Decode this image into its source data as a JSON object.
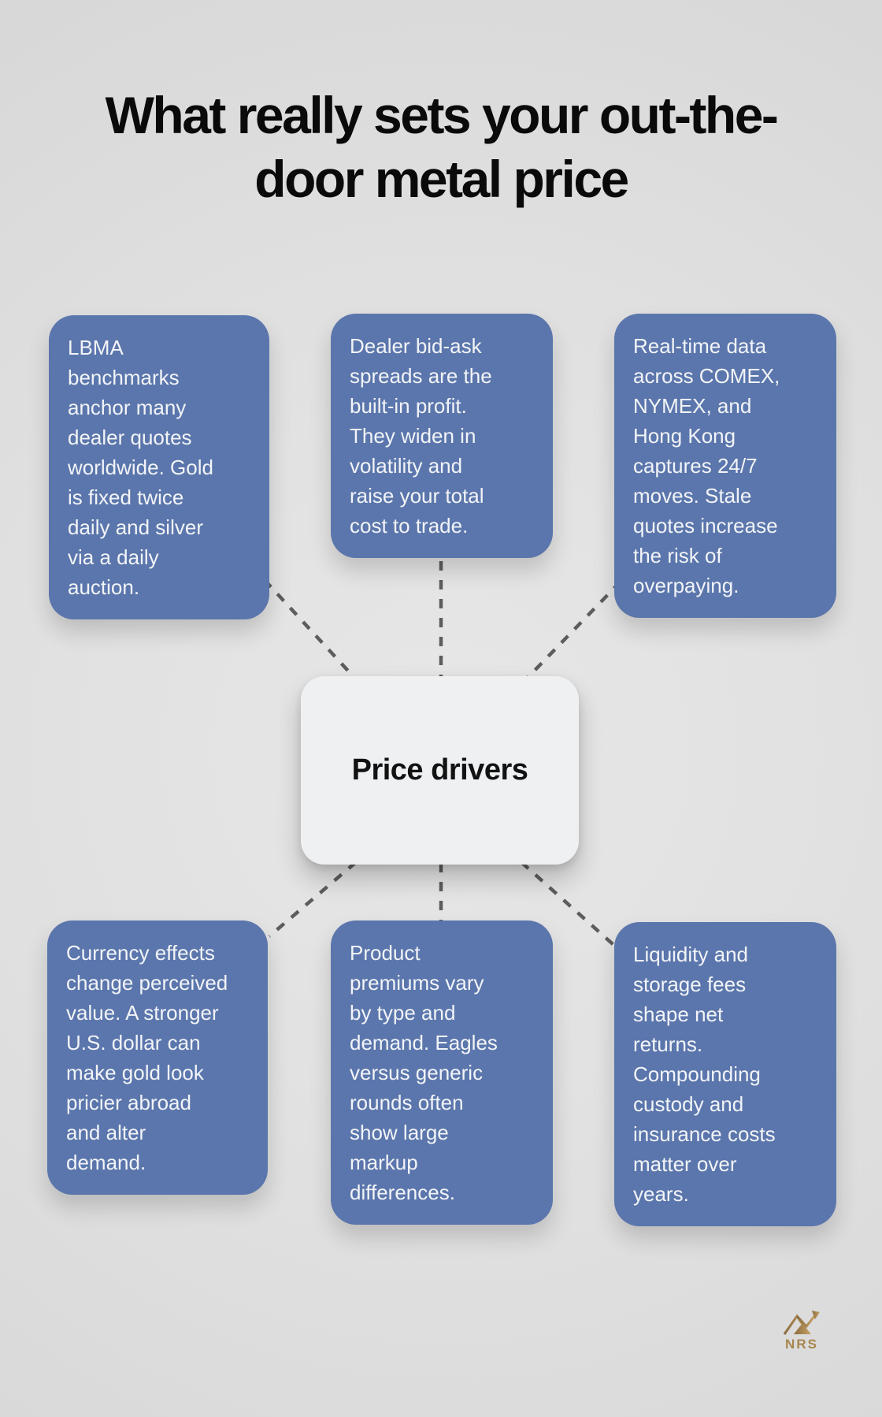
{
  "header": {
    "title_line1": "What really sets your out-the-",
    "title_line2": "door metal price"
  },
  "diagram": {
    "center_label": "Price drivers",
    "factors": [
      {
        "name": "lbma-benchmarks",
        "position": "top-left",
        "text": "LBMA\nbenchmarks\nanchor many\ndealer quotes\nworldwide. Gold\nis fixed twice\ndaily and silver\nvia a daily\nauction."
      },
      {
        "name": "dealer-spreads",
        "position": "top-center",
        "text": "Dealer bid-ask\nspreads are the\nbuilt-in profit.\nThey widen in\nvolatility and\nraise your total\ncost to trade."
      },
      {
        "name": "real-time-data",
        "position": "top-right",
        "text": "Real-time data\nacross COMEX,\nNYMEX, and\nHong Kong\ncaptures 24/7\nmoves. Stale\nquotes increase\nthe risk of\noverpaying."
      },
      {
        "name": "currency-effects",
        "position": "bottom-left",
        "text": "Currency effects\nchange perceived\nvalue. A stronger\nU.S. dollar can\nmake gold look\npricier abroad\nand alter\ndemand."
      },
      {
        "name": "product-premiums",
        "position": "bottom-center",
        "text": "Product\npremiums vary\nby type and\ndemand. Eagles\nversus generic\nrounds often\nshow large\nmarkup\ndifferences."
      },
      {
        "name": "liquidity-storage-fees",
        "position": "bottom-right",
        "text": "Liquidity and\nstorage fees\nshape net\nreturns.\nCompounding\ncustody and\ninsurance costs\nmatter over\nyears."
      }
    ]
  },
  "branding": {
    "logo_text": "NRS"
  },
  "colors": {
    "background": "#dfdfdf",
    "factor_card": "#5b76ac",
    "factor_card_text": "#f2f4f7",
    "center_node_bg": "#eef0f2",
    "center_node_text": "#121212",
    "connector": "#5d5d5d",
    "title_text": "#0a0a0a",
    "logo_gold": "#a8854e"
  }
}
